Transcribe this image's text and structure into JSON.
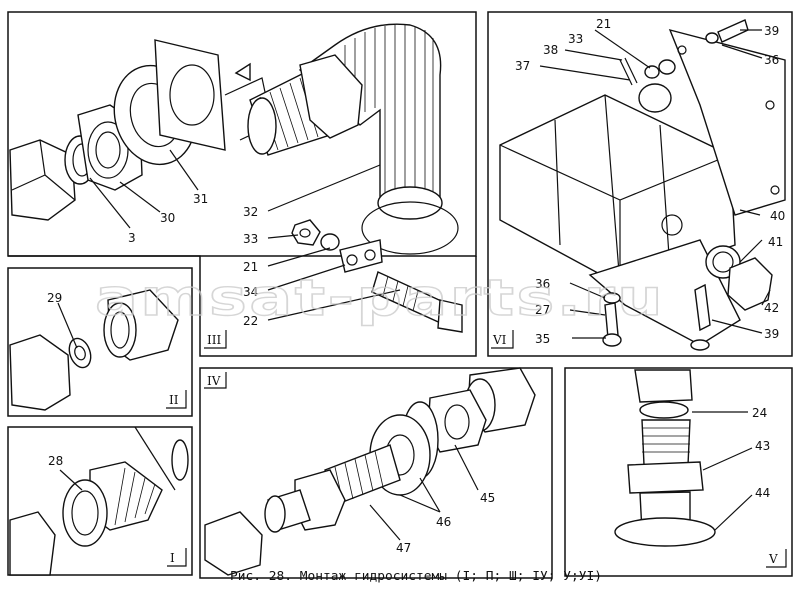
{
  "caption": "Рис. 28. Монтаж гидросистемы (I; П; Ш; IУ; У;УI)",
  "watermark": "amsat-parts.ru",
  "panels": {
    "p1": {
      "label": "I"
    },
    "p2": {
      "label": "II"
    },
    "p3": {
      "label": "III"
    },
    "p4": {
      "label": "IV"
    },
    "p5": {
      "label": "V"
    },
    "p6": {
      "label": "VI"
    }
  },
  "callouts": {
    "c3": "3",
    "c30": "30",
    "c31": "31",
    "c32": "32",
    "c33a": "33",
    "c21a": "21",
    "c34": "34",
    "c22": "22",
    "c29": "29",
    "c28": "28",
    "c21b": "21",
    "c33b": "33",
    "c38": "38",
    "c37": "37",
    "c39a": "39",
    "c36a": "36",
    "c40": "40",
    "c41": "41",
    "c42": "42",
    "c36b": "36",
    "c27": "27",
    "c39b": "39",
    "c35": "35",
    "c24": "24",
    "c43": "43",
    "c44": "44",
    "c45": "45",
    "c46": "46",
    "c47": "47"
  }
}
